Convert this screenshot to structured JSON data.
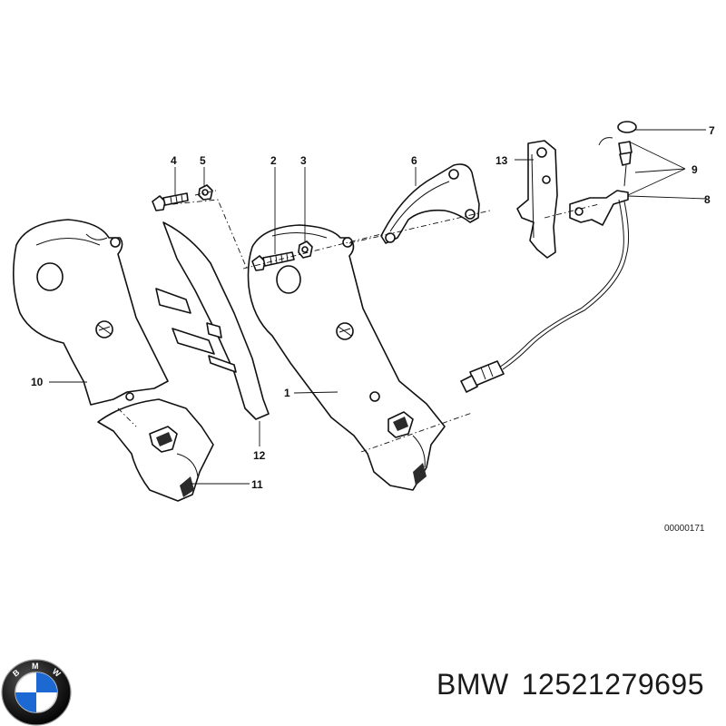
{
  "diagram": {
    "callouts": [
      {
        "id": "1",
        "label": "1"
      },
      {
        "id": "2",
        "label": "2"
      },
      {
        "id": "3",
        "label": "3"
      },
      {
        "id": "4",
        "label": "4"
      },
      {
        "id": "5",
        "label": "5"
      },
      {
        "id": "6",
        "label": "6"
      },
      {
        "id": "7",
        "label": "7"
      },
      {
        "id": "8",
        "label": "8"
      },
      {
        "id": "9",
        "label": "9"
      },
      {
        "id": "10",
        "label": "10"
      },
      {
        "id": "11",
        "label": "11"
      },
      {
        "id": "12",
        "label": "12"
      },
      {
        "id": "13",
        "label": "13"
      }
    ],
    "figure_code": "00000171"
  },
  "footer": {
    "brand": "BMW",
    "part_number": "12521279695",
    "logo_icon": "bmw-roundel-icon"
  },
  "colors": {
    "ink": "#111111",
    "background": "#ffffff",
    "logo_blue": "#1c69d4"
  }
}
